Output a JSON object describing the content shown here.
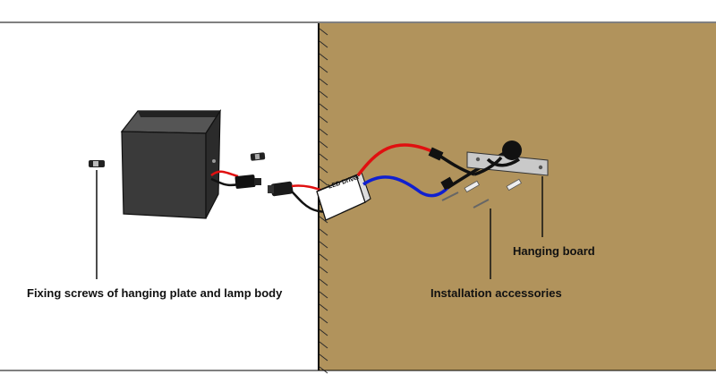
{
  "labels": {
    "fixing_screws": "Fixing screws of hanging plate and lamp body",
    "installation_accessories": "Installation accessories",
    "hanging_board": "Hanging board",
    "led_driver": "LED Driver"
  },
  "colors": {
    "wall": "#b1935c",
    "wall_edge": "#2a2a2a",
    "lamp_body": "#3a3a3a",
    "wire_live": "#e01010",
    "wire_neutral": "#1020d0",
    "wire_black": "#111111",
    "bracket": "#c9c9c9"
  }
}
